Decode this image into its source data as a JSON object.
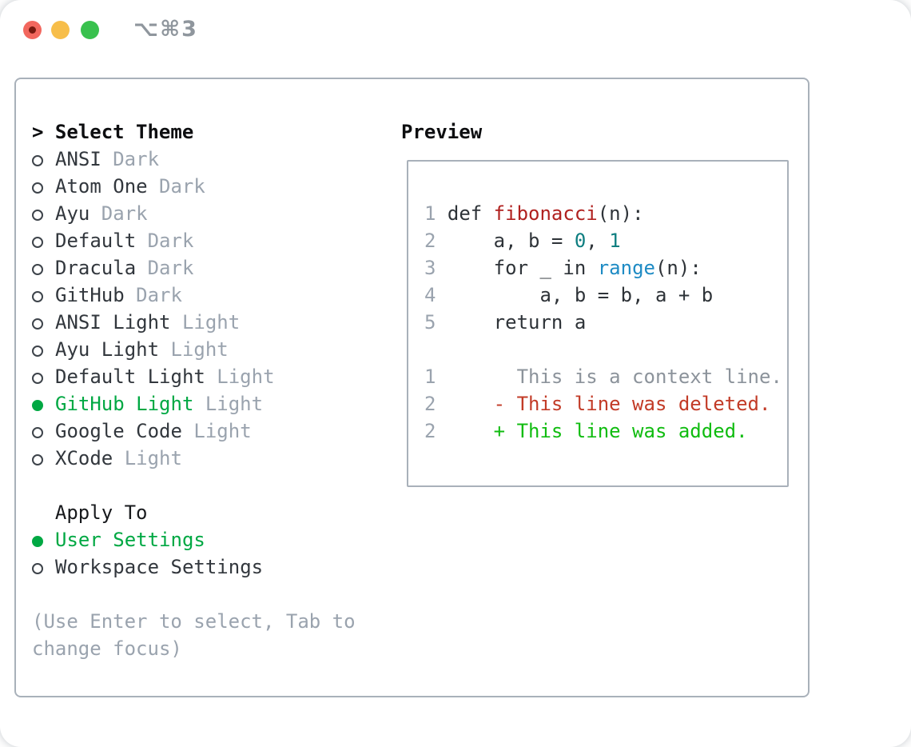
{
  "window": {
    "title": "⌥⌘3",
    "traffic_lights": {
      "close": "close-button",
      "minimize": "minimize-button",
      "zoom": "zoom-button"
    }
  },
  "theme_list": {
    "prompt": ">",
    "header": "Select Theme",
    "items": [
      {
        "name": "ANSI",
        "tag": "Dark",
        "selected": false
      },
      {
        "name": "Atom One",
        "tag": "Dark",
        "selected": false
      },
      {
        "name": "Ayu",
        "tag": "Dark",
        "selected": false
      },
      {
        "name": "Default",
        "tag": "Dark",
        "selected": false
      },
      {
        "name": "Dracula",
        "tag": "Dark",
        "selected": false
      },
      {
        "name": "GitHub",
        "tag": "Dark",
        "selected": false
      },
      {
        "name": "ANSI Light",
        "tag": "Light",
        "selected": false
      },
      {
        "name": "Ayu Light",
        "tag": "Light",
        "selected": false
      },
      {
        "name": "Default Light",
        "tag": "Light",
        "selected": false
      },
      {
        "name": "GitHub Light",
        "tag": "Light",
        "selected": true
      },
      {
        "name": "Google Code",
        "tag": "Light",
        "selected": false
      },
      {
        "name": "XCode",
        "tag": "Light",
        "selected": false
      }
    ]
  },
  "apply_to": {
    "header": "Apply To",
    "items": [
      {
        "name": "User Settings",
        "selected": true
      },
      {
        "name": "Workspace Settings",
        "selected": false
      }
    ]
  },
  "footer": {
    "line1": "(Use Enter to select, Tab to",
    "line2": "change focus)"
  },
  "preview": {
    "header": "Preview",
    "code_lines": [
      {
        "num": "1",
        "segments": [
          {
            "text": "def ",
            "color": "plain"
          },
          {
            "text": "fibonacci",
            "color": "function"
          },
          {
            "text": "(n):",
            "color": "plain"
          }
        ]
      },
      {
        "num": "2",
        "segments": [
          {
            "text": "    a, b = ",
            "color": "plain"
          },
          {
            "text": "0",
            "color": "number"
          },
          {
            "text": ", ",
            "color": "plain"
          },
          {
            "text": "1",
            "color": "number"
          }
        ]
      },
      {
        "num": "3",
        "segments": [
          {
            "text": "    for _ in ",
            "color": "plain"
          },
          {
            "text": "range",
            "color": "builtin"
          },
          {
            "text": "(n):",
            "color": "plain"
          }
        ]
      },
      {
        "num": "4",
        "segments": [
          {
            "text": "        a, b = b, a + b",
            "color": "plain"
          }
        ]
      },
      {
        "num": "5",
        "segments": [
          {
            "text": "    return a",
            "color": "plain"
          }
        ]
      }
    ],
    "diff_lines": [
      {
        "num": "1",
        "marker": "",
        "text": "This is a context line.",
        "kind": "context"
      },
      {
        "num": "2",
        "marker": "-",
        "text": "This line was deleted.",
        "kind": "deleted"
      },
      {
        "num": "2",
        "marker": "+",
        "text": "This line was added.",
        "kind": "added"
      }
    ]
  },
  "colors": {
    "selection_green": "#00a843",
    "diff_added_green": "#10bc10",
    "diff_deleted_red": "#c23b27",
    "diff_context_gray": "#8c939b",
    "function_red": "#b0211f",
    "number_teal": "#0e7e80",
    "builtin_blue": "#1e8bc4",
    "muted_gray": "#9aa3ae",
    "panel_border": "#a9b1ba",
    "traffic_red": "#f2675e",
    "traffic_yellow": "#f7be4a",
    "traffic_green": "#39c14e"
  }
}
